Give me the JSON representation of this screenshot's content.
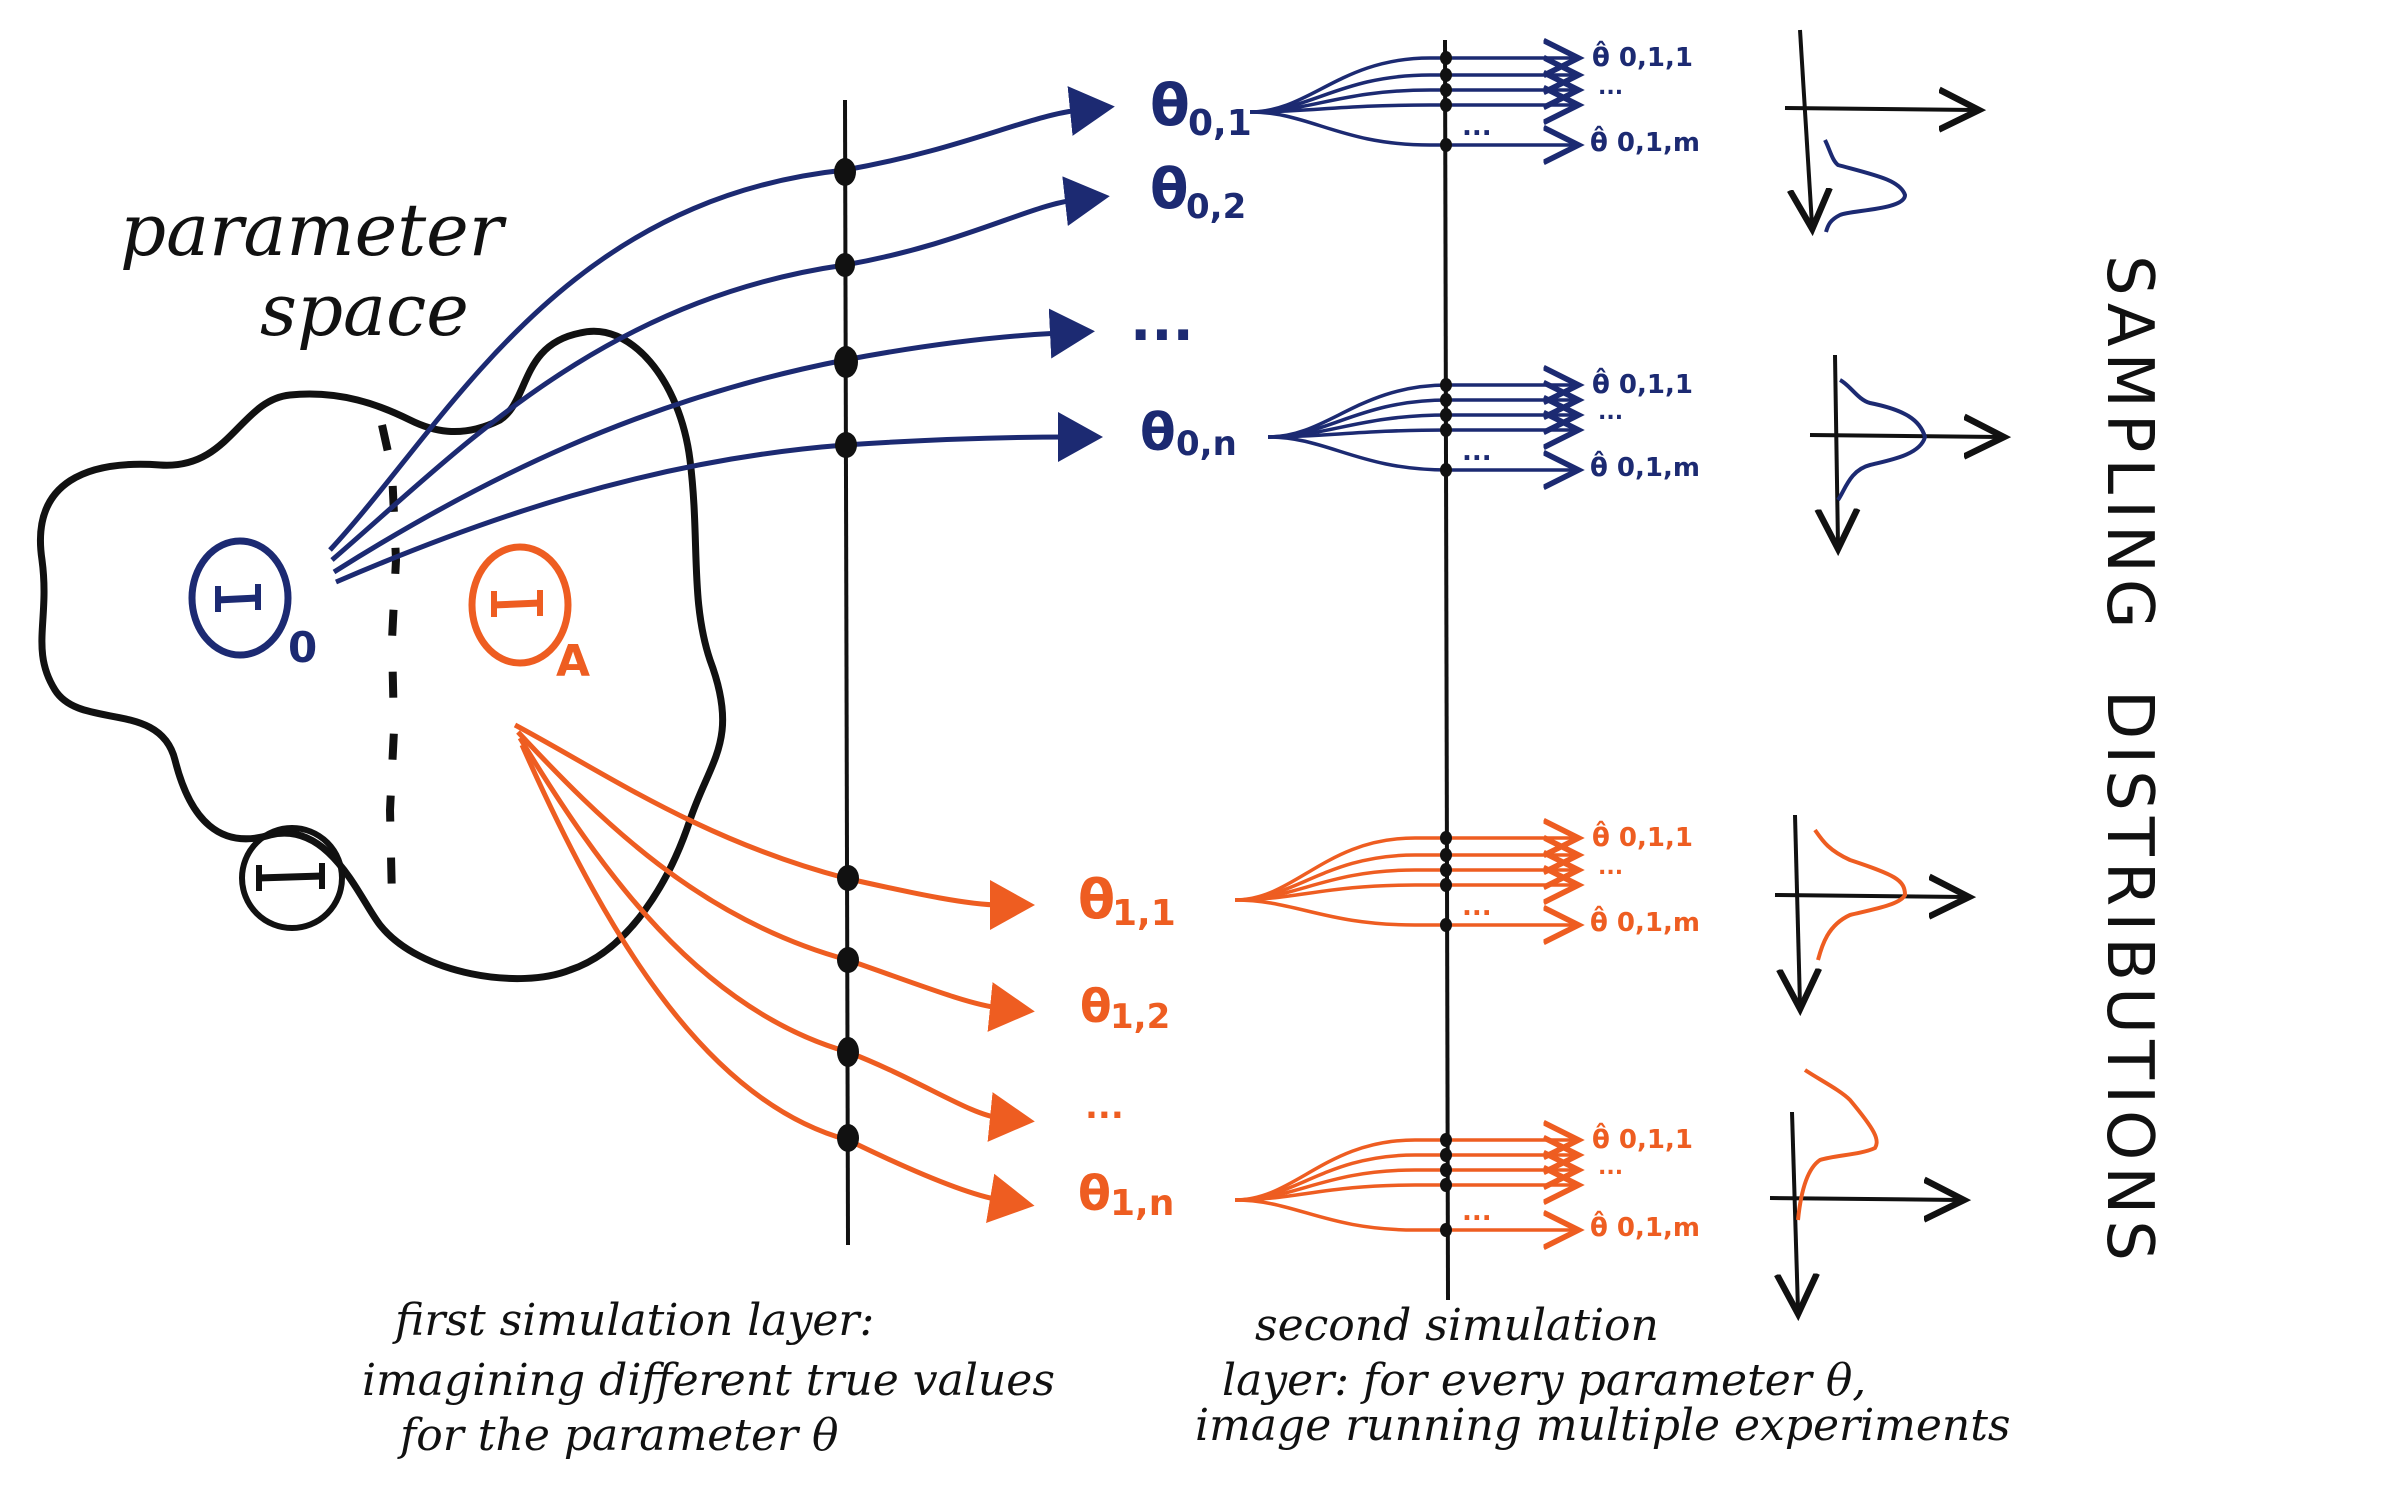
{
  "colors": {
    "null": "#1c2a72",
    "alt": "#ee5d21",
    "ink": "#111111"
  },
  "parameter_space": {
    "line1": "parameter",
    "line2": "space"
  },
  "space_labels": {
    "theta_null": "Θ",
    "null_sub": "0",
    "theta_alt": "Θ",
    "alt_sub": "A",
    "theta_other": "Θ"
  },
  "first_layer_blue": [
    {
      "theta": "θ",
      "sub": "0,1"
    },
    {
      "theta": "θ",
      "sub": "0,2"
    },
    {
      "theta": "",
      "sub": "..."
    },
    {
      "theta": "θ",
      "sub": "0,n"
    }
  ],
  "first_layer_orange": [
    {
      "theta": "θ",
      "sub": "1,1"
    },
    {
      "theta": "θ",
      "sub": "1,2"
    },
    {
      "theta": "",
      "sub": "..."
    },
    {
      "theta": "θ",
      "sub": "1,n"
    }
  ],
  "second_layer_blue": [
    {
      "first": "θ̂ 0,1,1",
      "dots": "...",
      "last": "θ̂ 0,1,m",
      "more": "..."
    },
    {
      "first": "θ̂ 0,1,1",
      "dots": "...",
      "last": "θ̂ 0,1,m",
      "more": "..."
    }
  ],
  "second_layer_orange": [
    {
      "first": "θ̂ 0,1,1",
      "dots": "...",
      "last": "θ̂ 0,1,m",
      "more": "..."
    },
    {
      "first": "θ̂ 0,1,1",
      "dots": "...",
      "last": "θ̂ 0,1,m",
      "more": "..."
    }
  ],
  "side_title": {
    "word1": "SAMPLING",
    "word2": "DISTRIBUTIONS"
  },
  "captions": {
    "first_line1": "first simulation layer:",
    "first_line2": "imagining different true values",
    "first_line3": "for the parameter θ",
    "second_line1": "second simulation",
    "second_line2": "layer: for every parameter θ,",
    "second_line3": "image running multiple experiments"
  }
}
